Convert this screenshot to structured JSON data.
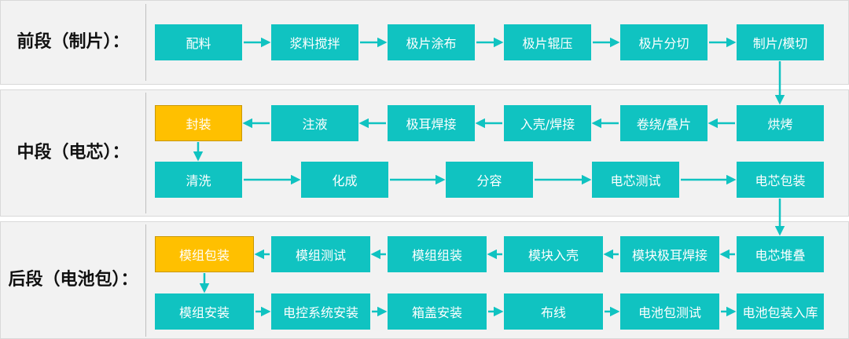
{
  "colors": {
    "node": "#10c3c1",
    "highlight": "#ffc000",
    "arrow": "#10c3c1",
    "band": "#f2f2f2"
  },
  "stages": [
    {
      "label": "前段（制片）：",
      "nodes": [
        "配料",
        "浆料搅拌",
        "极片涂布",
        "极片辊压",
        "极片分切",
        "制片/模切"
      ]
    },
    {
      "label": "中段（电芯）：",
      "row1": [
        "封装",
        "注液",
        "极耳焊接",
        "入壳/焊接",
        "卷绕/叠片",
        "烘烤"
      ],
      "row2": [
        "清洗",
        "化成",
        "分容",
        "电芯测试",
        "电芯包装"
      ]
    },
    {
      "label": "后段（电池包）：",
      "row1": [
        "模组包装",
        "模组测试",
        "模组组装",
        "模块入壳",
        "模块极耳焊接",
        "电芯堆叠"
      ],
      "row2": [
        "模组安装",
        "电控系统安装",
        "箱盖安装",
        "布线",
        "电池包测试",
        "电池包装入库"
      ]
    }
  ]
}
